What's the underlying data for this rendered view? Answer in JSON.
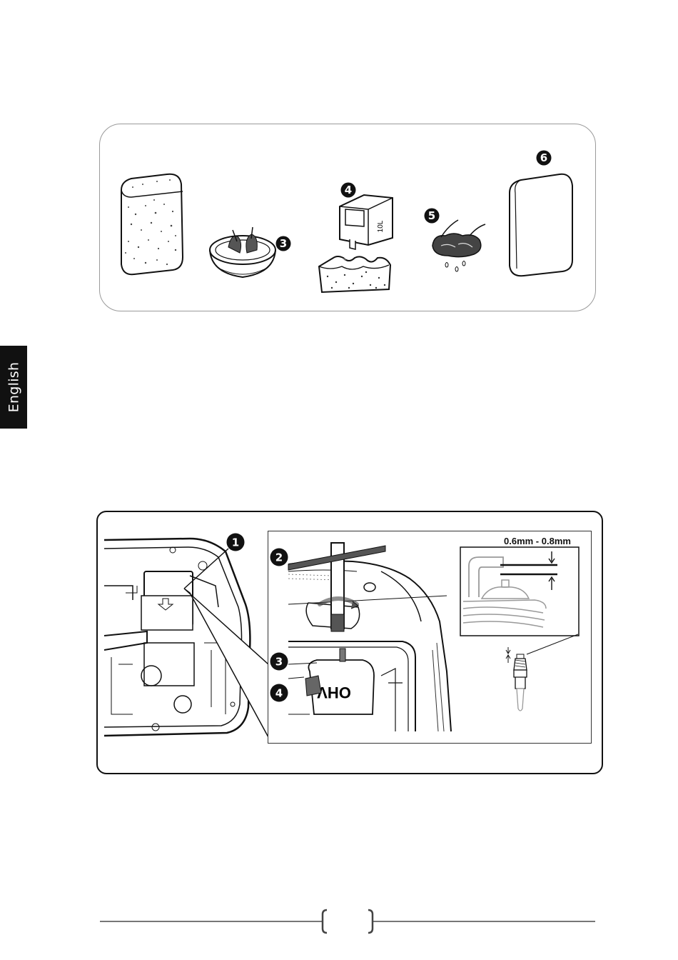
{
  "side_tab": {
    "label": "English"
  },
  "air_filter_steps": {
    "badges": [
      "3",
      "4",
      "5",
      "6"
    ],
    "can_label": "10L"
  },
  "spark_plug": {
    "badges": [
      "1",
      "2",
      "3",
      "4"
    ],
    "cover_text": "OHV",
    "gap_label": "0.6mm - 0.8mm"
  }
}
